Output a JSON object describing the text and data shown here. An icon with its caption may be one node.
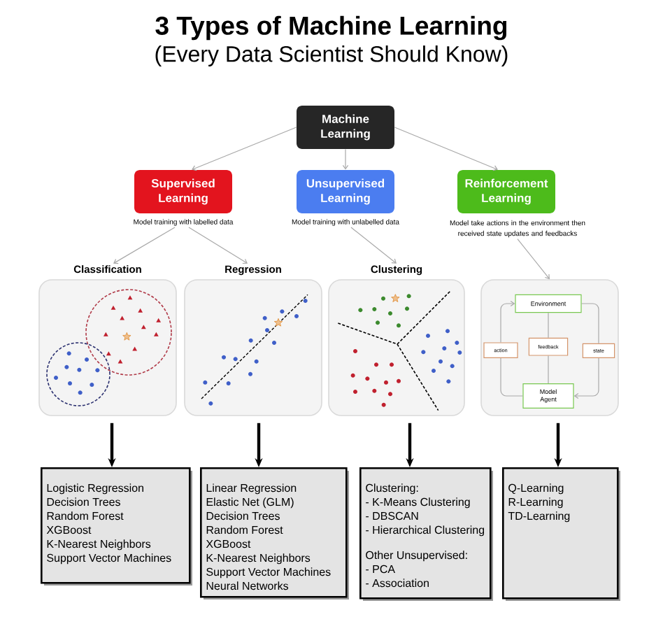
{
  "diagram": {
    "title": "3 Types of Machine Learning",
    "nodes": [
      {
        "text": [
          "Machine Learning"
        ]
      },
      {
        "text": [
          "Supervised Learning"
        ],
        "beside": [
          "Model training with labelled data"
        ]
      },
      {
        "text": [
          "Unsupervised Learning"
        ],
        "beside": [
          "Model training with unlabelled data"
        ]
      },
      {
        "text": [
          "Reinforcement Learning"
        ],
        "beside": [
          "Model take actions in the environment then received state updates and feedbacks"
        ]
      },
      {
        "text": [
          "Classification"
        ]
      },
      {
        "text": [
          "Regression"
        ]
      },
      {
        "text": [
          "Clustering"
        ]
      },
      {
        "text": [],
        "shape": "box"
      },
      {
        "text": [
          "Environment"
        ],
        "in": 7
      },
      {
        "text": [
          "action"
        ],
        "in": 7
      },
      {
        "text": [
          "feedback"
        ],
        "in": 7
      },
      {
        "text": [
          "state"
        ],
        "in": 7
      },
      {
        "text": [
          "Model Agent"
        ],
        "in": 7
      },
      {
        "text": [
          "Logistic Regression",
          "Decision Trees",
          "Random Forest",
          "XGBoost",
          "K-Nearest Neighbors",
          "Support Vector Machines"
        ]
      },
      {
        "text": [
          "Linear Regression",
          "Elastic Net (GLM)",
          "Decision Trees",
          "Random Forest",
          "XGBoost",
          "K-Nearest Neighbors",
          "Support Vector Machines",
          "Neural Networks"
        ]
      },
      {
        "text": [
          "Clustering:",
          "- K-Means Clustering",
          "- DBSCAN",
          "- Hierarchical Clustering",
          "Other Unsupervised:",
          "- PCA",
          "- Association"
        ]
      },
      {
        "text": [
          "Q-Learning",
          "R-Learning",
          "TD-Learning"
        ]
      }
    ],
    "edges": [
      {
        "from": 0,
        "to": 1,
        "arrow": "to"
      },
      {
        "from": 0,
        "to": 2,
        "arrow": "to"
      },
      {
        "from": 0,
        "to": 3,
        "arrow": "to"
      },
      {
        "from": 1,
        "to": 4,
        "arrow": "to"
      },
      {
        "from": 1,
        "to": 5,
        "arrow": "to"
      },
      {
        "from": 2,
        "to": 6,
        "arrow": "to"
      },
      {
        "from": 3,
        "to": 7,
        "arrow": "to"
      },
      {
        "from": 8,
        "to": 10,
        "arrow": "none"
      },
      {
        "from": 10,
        "to": 12,
        "arrow": "none"
      },
      {
        "from": 12,
        "to": 9,
        "arrow": "none"
      },
      {
        "from": 9,
        "to": 8,
        "arrow": "to"
      },
      {
        "from": 8,
        "to": 11,
        "arrow": "none"
      },
      {
        "from": 11,
        "to": 12,
        "arrow": "to"
      },
      {
        "from": 4,
        "to": 13,
        "arrow": "to",
        "style": "thick",
        "color": "#000000"
      },
      {
        "from": 5,
        "to": 14,
        "arrow": "to",
        "style": "thick",
        "color": "#000000"
      },
      {
        "from": 6,
        "to": 15,
        "arrow": "to",
        "style": "thick",
        "color": "#000000"
      },
      {
        "from": 7,
        "to": 16,
        "arrow": "to",
        "style": "thick",
        "color": "#000000"
      }
    ],
    "labels": [
      "(Every Data Scientist Should Know)"
    ]
  }
}
